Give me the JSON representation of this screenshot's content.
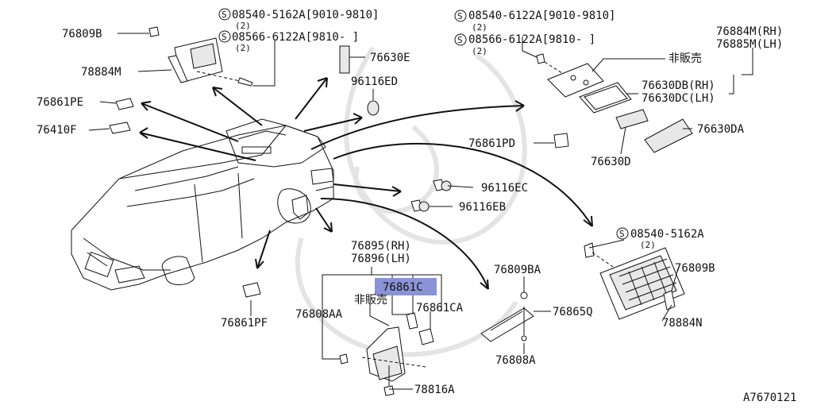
{
  "labels": {
    "p76809B_top": "76809B",
    "p78884M": "78884M",
    "p76861PE": "76861PE",
    "p76410F": "76410F",
    "screw1_code": "08540-5162A[9010-9810]",
    "screw1_qty": "(2)",
    "screw2_code": "08566-6122A[9810-      ]",
    "screw2_qty": "(2)",
    "p76630E": "76630E",
    "p96116ED": "96116ED",
    "screw3_code": "08540-6122A[9010-9810]",
    "screw3_qty": "(2)",
    "screw4_code": "08566-6122A[9810-      ]",
    "screw4_qty": "(2)",
    "p76884M_RH": "76884M(RH)",
    "p76885M_LH": "76885M(LH)",
    "not_for_sale_1": "非販売",
    "p76630DB_RH": "76630DB(RH)",
    "p76630DC_LH": "76630DC(LH)",
    "p76861PD": "76861PD",
    "p76630DA": "76630DA",
    "p76630D": "76630D",
    "p96116EC": "96116EC",
    "p96116EB": "96116EB",
    "screw5_code": "08540-5162A",
    "screw5_qty": "(2)",
    "p76809B_right": "76809B",
    "p78884N": "78884N",
    "p76895_RH": "76895(RH)",
    "p76896_LH": "76896(LH)",
    "p76861C": "76861C",
    "not_for_sale_2": "非販売",
    "p76808AA": "76808AA",
    "p76861CA": "76861CA",
    "p76809BA": "76809BA",
    "p76865Q": "76865Q",
    "p76808A": "76808A",
    "p76816A": "78816A",
    "p76861PF": "76861PF",
    "diagram_id": "A7670121"
  },
  "symbols": {
    "standard_part": "S"
  },
  "highlight": {
    "color": "#8a93d6",
    "target": "76861C"
  }
}
